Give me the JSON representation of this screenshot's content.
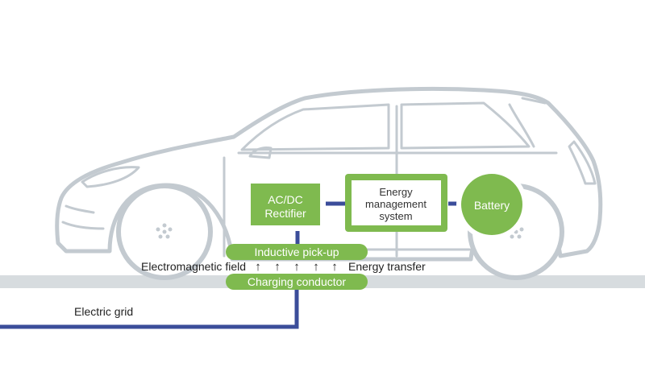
{
  "blocks": {
    "rectifier": [
      "AC/DC",
      "Rectifier"
    ],
    "ems": [
      "Energy",
      "management",
      "system"
    ],
    "battery": "Battery"
  },
  "bars": {
    "pickup": "Inductive pick-up",
    "conductor": "Charging conductor"
  },
  "labels": {
    "em_field": "Electromagnetic field",
    "energy_transfer": "Energy transfer",
    "electric_grid": "Electric grid",
    "arrow_glyph": "↑"
  },
  "colors": {
    "green": "#7fba4f",
    "blue": "#3b4d9a",
    "road": "#d7dcdf",
    "car_outline": "#c3cad0"
  }
}
